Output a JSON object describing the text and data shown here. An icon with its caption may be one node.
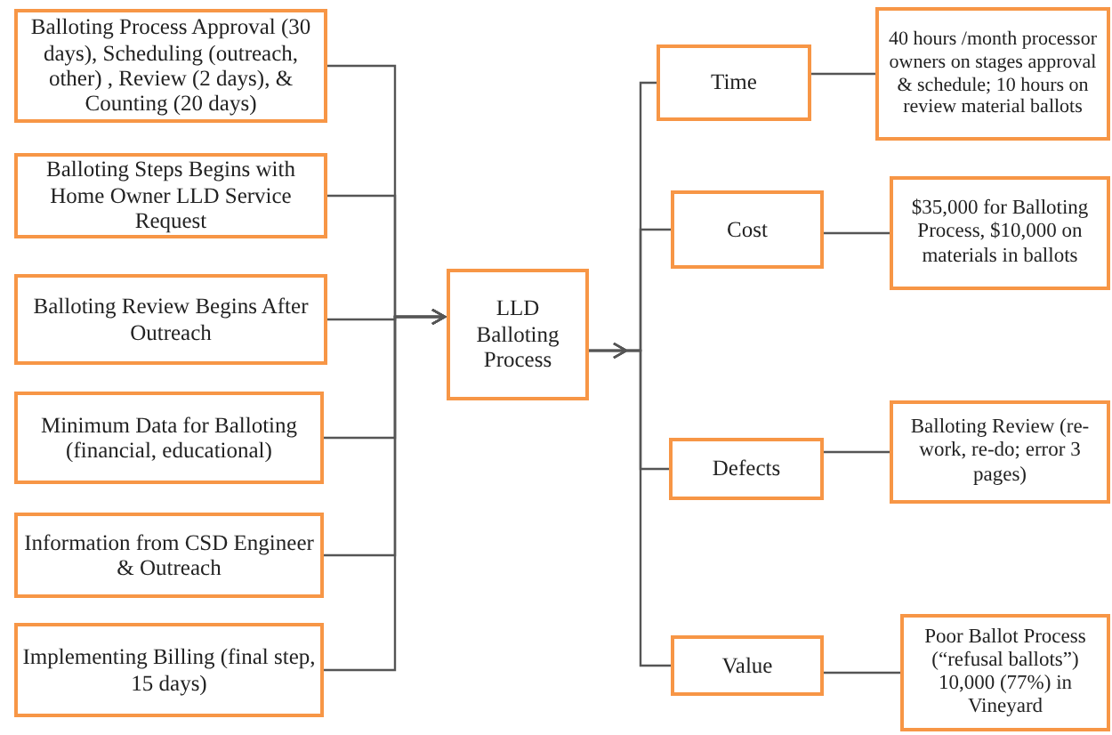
{
  "diagram": {
    "nodes": [
      {
        "text": [
          "Balloting Process Approval (30 days), Scheduling (outreach, other) , Review (2 days), & Counting (20 days)"
        ]
      },
      {
        "text": [
          "Balloting Steps  Begins with Home Owner LLD Service Request"
        ]
      },
      {
        "text": [
          "Balloting Review Begins After Outreach"
        ]
      },
      {
        "text": [
          "Minimum Data for Balloting (financial, educational)"
        ]
      },
      {
        "text": [
          "Information from CSD Engineer  & Outreach"
        ]
      },
      {
        "text": [
          "Implementing Billing (final step, 15 days)"
        ]
      },
      {
        "text": [
          "LLD Balloting Process"
        ]
      },
      {
        "text": [
          "Time"
        ]
      },
      {
        "text": [
          "Cost"
        ]
      },
      {
        "text": [
          "Defects"
        ]
      },
      {
        "text": [
          "Value"
        ]
      },
      {
        "text": [
          "40 hours /month processor owners on stages approval & schedule;  10 hours on review material ballots"
        ]
      },
      {
        "text": [
          "$35,000 for Balloting Process, $10,000 on materials in ballots"
        ]
      },
      {
        "text": [
          "Balloting Review (re-work, re-do; error 3 pages)"
        ]
      },
      {
        "text": [
          "Poor Ballot Process (“refusal ballots”) 10,000 (77%) in Vineyard"
        ]
      }
    ],
    "edges": [
      {
        "from": 0,
        "to": 6,
        "arrow": "to"
      },
      {
        "from": 1,
        "to": 6,
        "arrow": "to"
      },
      {
        "from": 2,
        "to": 6,
        "arrow": "to"
      },
      {
        "from": 3,
        "to": 6,
        "arrow": "to"
      },
      {
        "from": 4,
        "to": 6,
        "arrow": "to"
      },
      {
        "from": 5,
        "to": 6,
        "arrow": "to"
      },
      {
        "from": 6,
        "to": 7,
        "arrow": "to"
      },
      {
        "from": 6,
        "to": 8,
        "arrow": "to"
      },
      {
        "from": 6,
        "to": 9,
        "arrow": "to"
      },
      {
        "from": 6,
        "to": 10,
        "arrow": "to"
      },
      {
        "from": 7,
        "to": 11,
        "arrow": "none"
      },
      {
        "from": 8,
        "to": 12,
        "arrow": "none"
      },
      {
        "from": 9,
        "to": 13,
        "arrow": "none"
      },
      {
        "from": 10,
        "to": 14,
        "arrow": "none"
      }
    ]
  }
}
